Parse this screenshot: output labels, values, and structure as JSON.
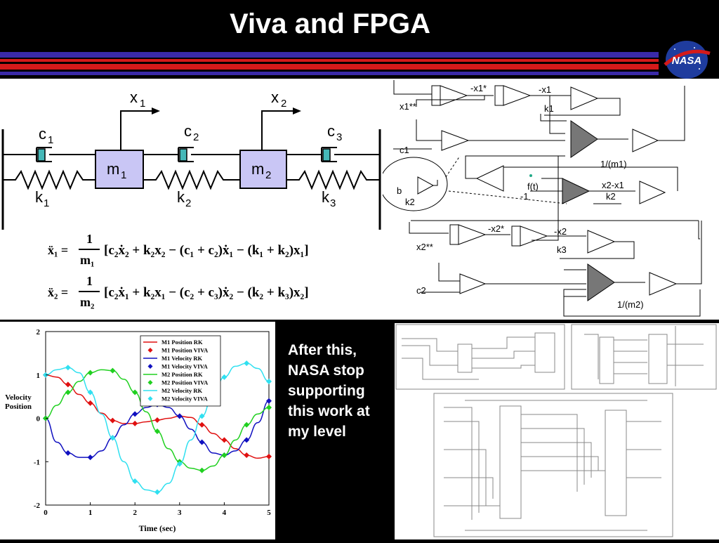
{
  "slide": {
    "title": "Viva and FPGA",
    "colors": {
      "background": "#000000",
      "stripe_blue": "#3a2aa8",
      "stripe_red": "#d41a1a",
      "mass_fill": "#c9c6f5",
      "damper_fill": "#45b8b8"
    },
    "logo_text": "NASA"
  },
  "mechanical": {
    "x1": "x",
    "x1_sub": "1",
    "x2": "x",
    "x2_sub": "2",
    "c1": "c",
    "c1_sub": "1",
    "c2": "c",
    "c2_sub": "2",
    "c3": "c",
    "c3_sub": "3",
    "k1": "k",
    "k1_sub": "1",
    "k2": "k",
    "k2_sub": "2",
    "k3": "k",
    "k3_sub": "3",
    "m1": "m",
    "m1_sub": "1",
    "m2": "m",
    "m2_sub": "2"
  },
  "equations": {
    "eq1": {
      "lhs": "ẍ₁ =",
      "num": "1",
      "den": "m₁",
      "rhs": "[c₂ẋ₂ + k₂x₂ − (c₁ + c₂)ẋ₁ − (k₁ + k₂)x₁]"
    },
    "eq2": {
      "lhs": "ẍ₂ =",
      "num": "1",
      "den": "m₂",
      "rhs": "[c₂ẋ₁ + k₂x₁ − (c₂ + c₃)ẋ₂ − (k₂ + k₃)x₂]"
    }
  },
  "block_diagram": {
    "labels": [
      "-x1*",
      "-x1",
      "x1**",
      "k1",
      "c1",
      "1/(m1)",
      "b",
      "k2",
      "f(t)",
      "-1",
      "x2-x1",
      "k2",
      "-x2*",
      "-x2",
      "x2**",
      "k3",
      "c2",
      "1/(m2)"
    ]
  },
  "side_text": [
    "After this,",
    "NASA stop",
    "supporting",
    "this work at",
    "my level"
  ],
  "chart_data": {
    "type": "line",
    "title": "",
    "xlabel": "Time (sec)",
    "ylabel": "Velocity Position",
    "ylabel_lines": [
      "Velocity",
      "Position"
    ],
    "xlim": [
      0,
      5
    ],
    "ylim": [
      -2,
      2
    ],
    "xticks": [
      "0",
      "1",
      "2",
      "3",
      "4",
      "5"
    ],
    "yticks": [
      "-2",
      "-1",
      "0",
      "1",
      "2"
    ],
    "grid": false,
    "legend_position": "top-right",
    "series": [
      {
        "name": "M1 Position RK",
        "style": "line",
        "color": "#e01010",
        "x": [
          0,
          0.25,
          0.5,
          0.75,
          1,
          1.25,
          1.5,
          1.75,
          2,
          2.25,
          2.5,
          2.75,
          3,
          3.25,
          3.5,
          3.75,
          4,
          4.25,
          4.5,
          4.75,
          5
        ],
        "y": [
          1.0,
          0.95,
          0.78,
          0.55,
          0.35,
          0.12,
          -0.05,
          -0.12,
          -0.12,
          -0.08,
          -0.04,
          0.0,
          0.05,
          0.02,
          -0.15,
          -0.35,
          -0.5,
          -0.7,
          -0.85,
          -0.92,
          -0.88
        ]
      },
      {
        "name": "M1 Position VIVA",
        "style": "marker",
        "color": "#e01010",
        "x": [
          0,
          0.5,
          1,
          1.5,
          2,
          2.5,
          3,
          3.5,
          4,
          4.5,
          5
        ],
        "y": [
          1.0,
          0.78,
          0.35,
          -0.05,
          -0.12,
          -0.04,
          0.05,
          -0.15,
          -0.5,
          -0.85,
          -0.88
        ]
      },
      {
        "name": "M1 Velocity RK",
        "style": "line",
        "color": "#1010c0",
        "x": [
          0,
          0.25,
          0.5,
          0.75,
          1,
          1.25,
          1.5,
          1.75,
          2,
          2.25,
          2.5,
          2.75,
          3,
          3.25,
          3.5,
          3.75,
          4,
          4.25,
          4.5,
          4.75,
          5
        ],
        "y": [
          0.0,
          -0.55,
          -0.8,
          -0.9,
          -0.9,
          -0.75,
          -0.45,
          -0.15,
          0.1,
          0.25,
          0.32,
          0.25,
          0.05,
          -0.25,
          -0.55,
          -0.8,
          -0.85,
          -0.75,
          -0.5,
          -0.1,
          0.4
        ]
      },
      {
        "name": "M1 Velocity VIVA",
        "style": "marker",
        "color": "#1010c0",
        "x": [
          0,
          0.5,
          1,
          1.5,
          2,
          2.5,
          3,
          3.5,
          4,
          4.5,
          5
        ],
        "y": [
          0.0,
          -0.8,
          -0.9,
          -0.45,
          0.1,
          0.32,
          0.05,
          -0.55,
          -0.85,
          -0.5,
          0.4
        ]
      },
      {
        "name": "M2 Position RK",
        "style": "line",
        "color": "#20d020",
        "x": [
          0,
          0.25,
          0.5,
          0.75,
          1,
          1.25,
          1.5,
          1.75,
          2,
          2.25,
          2.5,
          2.75,
          3,
          3.25,
          3.5,
          3.75,
          4,
          4.25,
          4.5,
          4.75,
          5
        ],
        "y": [
          0.0,
          0.3,
          0.6,
          0.85,
          1.05,
          1.12,
          1.1,
          0.9,
          0.6,
          0.15,
          -0.3,
          -0.7,
          -1.0,
          -1.15,
          -1.2,
          -1.1,
          -0.85,
          -0.5,
          -0.15,
          0.1,
          0.25
        ]
      },
      {
        "name": "M2 Position VIVA",
        "style": "marker",
        "color": "#20d020",
        "x": [
          0,
          0.5,
          1,
          1.5,
          2,
          2.5,
          3,
          3.5,
          4,
          4.5,
          5
        ],
        "y": [
          0.0,
          0.6,
          1.05,
          1.1,
          0.6,
          -0.3,
          -1.0,
          -1.2,
          -0.85,
          -0.15,
          0.25
        ]
      },
      {
        "name": "M2 Velocity RK",
        "style": "line",
        "color": "#30e0f0",
        "x": [
          0,
          0.25,
          0.5,
          0.75,
          1,
          1.25,
          1.5,
          1.75,
          2,
          2.25,
          2.5,
          2.75,
          3,
          3.25,
          3.5,
          3.75,
          4,
          4.25,
          4.5,
          4.75,
          5
        ],
        "y": [
          1.0,
          1.12,
          1.17,
          1.05,
          0.6,
          0.1,
          -0.45,
          -1.0,
          -1.45,
          -1.65,
          -1.7,
          -1.5,
          -1.05,
          -0.5,
          0.05,
          0.55,
          0.95,
          1.2,
          1.27,
          1.15,
          0.85
        ]
      },
      {
        "name": "M2 Velocity VIVA",
        "style": "marker",
        "color": "#30e0f0",
        "x": [
          0,
          0.5,
          1,
          1.5,
          2,
          2.5,
          3,
          3.5,
          4,
          4.5,
          5
        ],
        "y": [
          1.0,
          1.17,
          0.6,
          -0.45,
          -1.45,
          -1.7,
          -1.05,
          0.05,
          0.95,
          1.27,
          0.85
        ]
      }
    ]
  }
}
